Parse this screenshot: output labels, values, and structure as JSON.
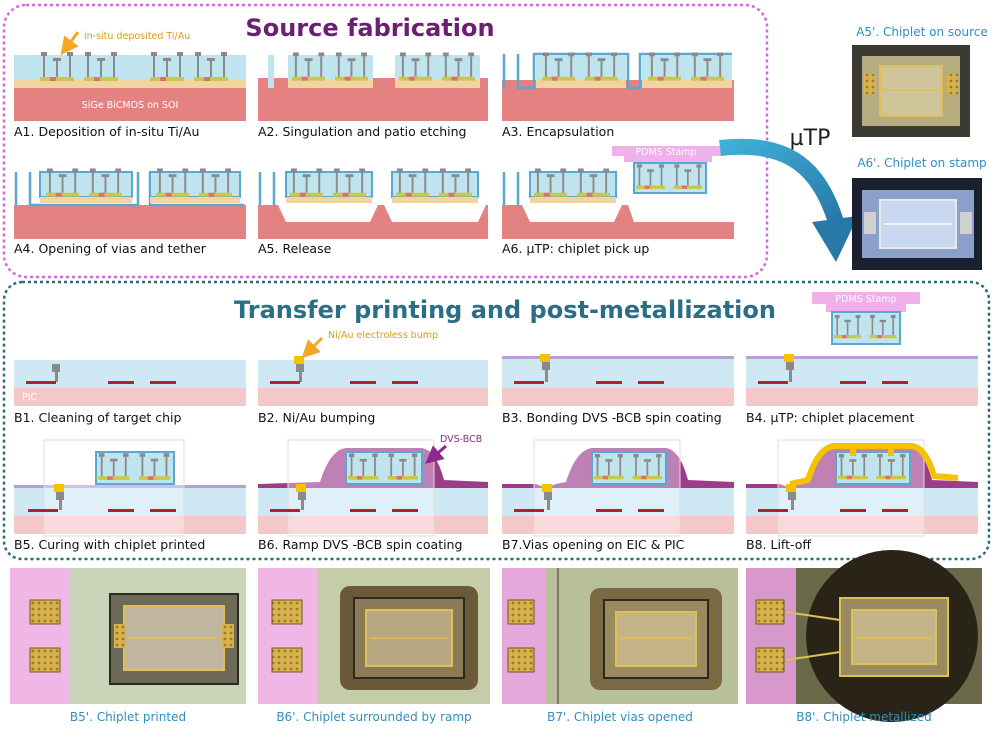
{
  "titles": {
    "source": "Source fabrication",
    "transfer": "Transfer printing and post-metallization",
    "utp": "µTP"
  },
  "colors": {
    "source_border": "#d56ad5",
    "transfer_border": "#2e6a78",
    "title_purple": "#6b1f72",
    "title_teal": "#2b6f86",
    "caption_blue": "#2f8fbf",
    "arrow": "#2b93c0",
    "substrate": "#e48282",
    "oxide": "#bfe4ee",
    "pic_substrate": "#f4c7c9",
    "dvs_bcb": "#9d3d8a",
    "pdms": "#f0b0ec",
    "gold": "#f5c200"
  },
  "notes": {
    "insitu": "in-situ deposited Ti/Au",
    "sige": "SiGe BiCMOS on SOI",
    "pdms1": "PDMS Stamp",
    "pdms2": "PDMS Stamp",
    "niau": "Ni/Au electroless bump",
    "pic": "PIC",
    "dvsbcb": "DVS-BCB"
  },
  "stepsA": [
    "A1. Deposition of in-situ Ti/Au",
    "A2. Singulation and patio etching",
    "A3. Encapsulation",
    "A4. Opening of vias and tether",
    "A5. Release",
    "A6. µTP: chiplet pick up"
  ],
  "stepsB": [
    "B1. Cleaning of target chip",
    "B2. Ni/Au bumping",
    "B3. Bonding DVS -BCB spin coating",
    "B4. µTP: chiplet placement",
    "B5. Curing with chiplet printed",
    "B6. Ramp DVS -BCB spin coating",
    "B7.Vias opening on EIC & PIC",
    "B8. Lift-off"
  ],
  "photosA": [
    "A5'. Chiplet on source",
    "A6'. Chiplet on stamp"
  ],
  "photosB": [
    "B5'. Chiplet printed",
    "B6'. Chiplet surrounded by ramp",
    "B7'. Chiplet vias opened",
    "B8'. Chiplet metallized"
  ]
}
